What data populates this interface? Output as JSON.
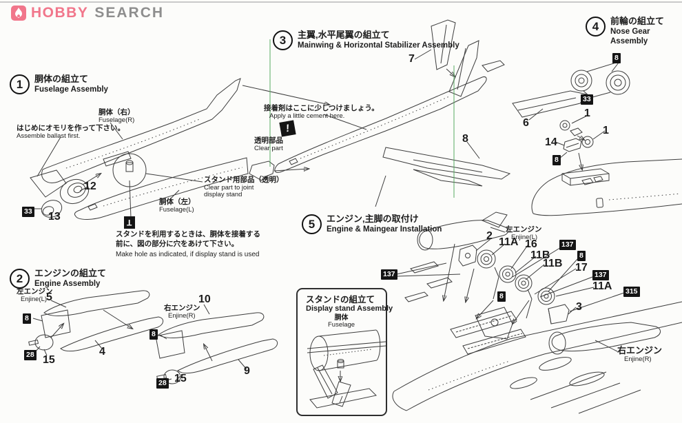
{
  "logo": {
    "brand_a": "HOBBY",
    "brand_b": "SEARCH",
    "accent": "#f1768b"
  },
  "s1": {
    "num": "1",
    "jp": "胴体の組立て",
    "en": "Fuselage Assembly",
    "fus_r_jp": "胴体（右）",
    "fus_r_en": "Fuselage(R)",
    "fus_l_jp": "胴体（左）",
    "fus_l_en": "Fuselage(L)",
    "ballast_jp": "はじめにオモリを作って下さい。",
    "ballast_en": "Assemble ballast first.",
    "standpart_jp": "スタンド用部品（透明）",
    "standpart_en1": "Clear part to joint",
    "standpart_en2": "display stand",
    "hole_jp1": "スタンドを利用するときは、胴体を接着する",
    "hole_jp2": "前に、図の部分に穴をあけて下さい。",
    "hole_en": "Make hole as indicated, if display stand is used",
    "p12": "12",
    "p13": "13",
    "b33": "33"
  },
  "s2": {
    "num": "2",
    "jp": "エンジンの組立て",
    "en": "Engine Assembly",
    "left_jp": "左エンジン",
    "left_en": "Enjine(L)",
    "right_jp": "右エンジン",
    "right_en": "Enjine(R)",
    "p5": "5",
    "p4": "4",
    "p15l": "15",
    "p10": "10",
    "p9": "9",
    "p15r": "15",
    "b8l": "8",
    "b28l": "28",
    "b8r": "8",
    "b28r": "28"
  },
  "s3": {
    "num": "3",
    "jp": "主翼,水平尾翼の組立て",
    "en": "Mainwing & Horizontal Stabilizer Assembly",
    "cement_jp": "接着剤はここに少しつけましょう。",
    "cement_en": "Apply a little cement here.",
    "clear_jp": "透明部品",
    "clear_en": "Clear part",
    "p7": "7",
    "p8": "8"
  },
  "s4": {
    "num": "4",
    "jp": "前輪の組立て",
    "en": "Nose Gear Assembly",
    "p6": "6",
    "p1a": "1",
    "p1b": "1",
    "p14": "14",
    "b8top": "8",
    "b33": "33",
    "b8bot": "8"
  },
  "s5": {
    "num": "5",
    "jp": "エンジン,主脚の取付け",
    "en": "Engine & Maingear Installation",
    "left_jp": "左エンジン",
    "left_en": "Enjine(L)",
    "right_jp": "右エンジン",
    "right_en": "Enjine(R)",
    "p2": "2",
    "p11a1": "11A",
    "p16": "16",
    "p11b1": "11B",
    "p11b2": "11B",
    "p17": "17",
    "p11a2": "11A",
    "p3": "3",
    "b137a": "137",
    "b137b": "137",
    "b137c": "137",
    "b8a": "8",
    "b8b": "8",
    "b315": "315"
  },
  "stand": {
    "jp": "スタンドの組立て",
    "en": "Display stand Assembly",
    "fus_jp": "胴体",
    "fus_en": "Fuselage"
  }
}
